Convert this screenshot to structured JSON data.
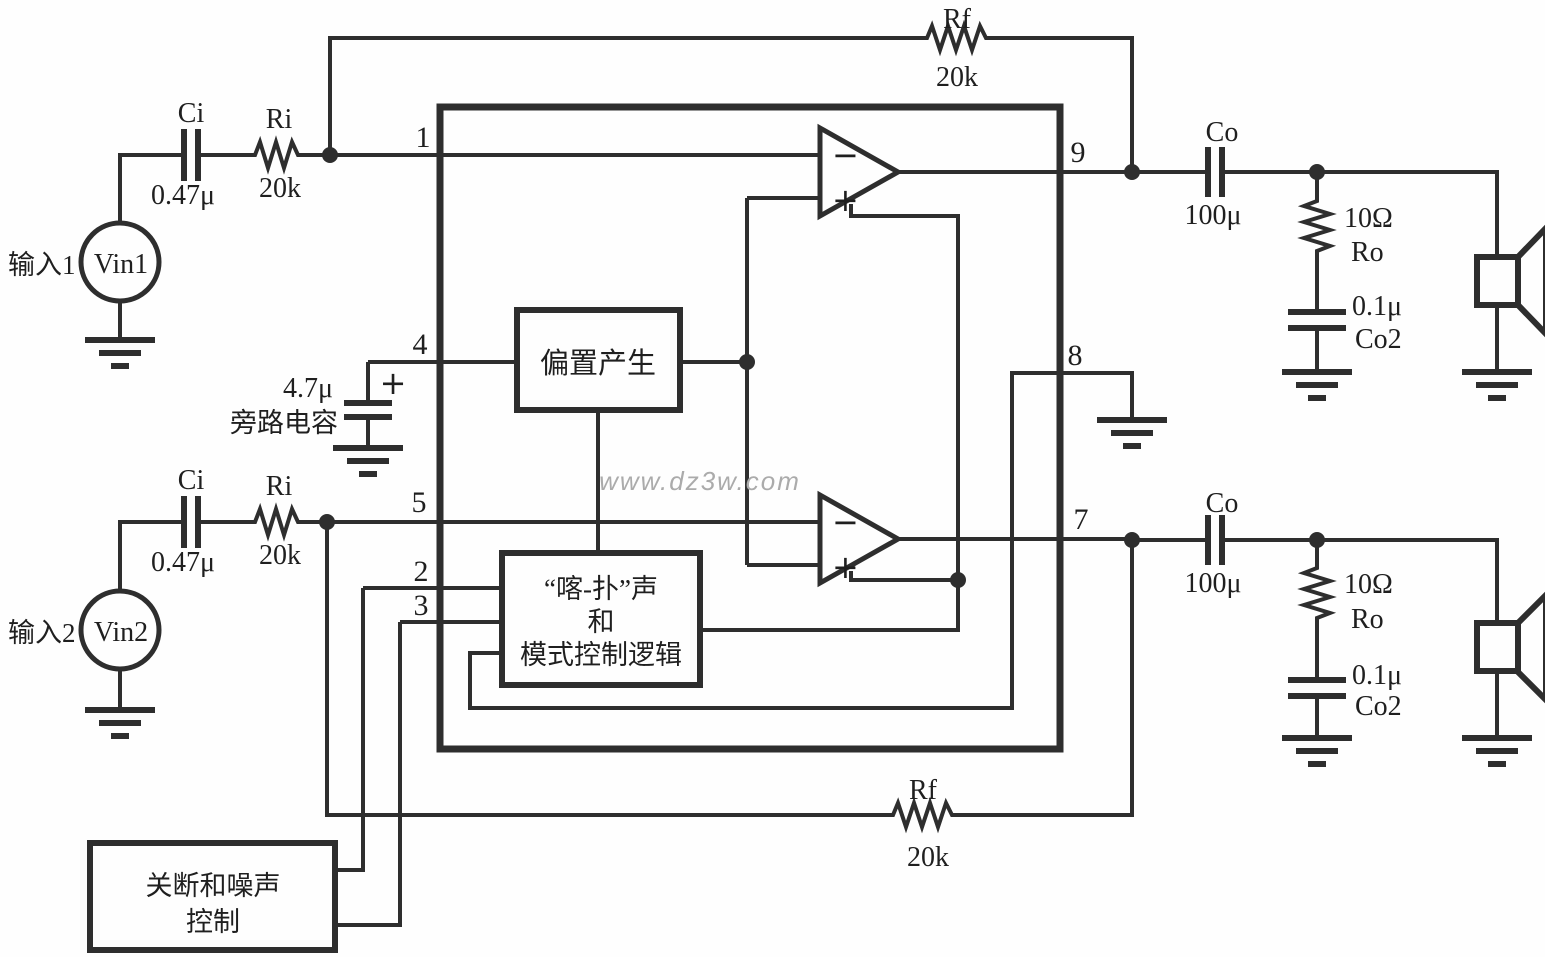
{
  "watermark": "www.dz3w.com",
  "pins": {
    "p1": "1",
    "p2": "2",
    "p3": "3",
    "p4": "4",
    "p5": "5",
    "p7": "7",
    "p8": "8",
    "p9": "9"
  },
  "ic_blocks": {
    "bias_label": "偏置产生",
    "mode_line1": "“喀-扑”声",
    "mode_line2": "和",
    "mode_line3": "模式控制逻辑"
  },
  "opamps": {
    "minus": "−",
    "plus": "+"
  },
  "input1": {
    "label": "输入1",
    "source": "Vin1"
  },
  "input2": {
    "label": "输入2",
    "source": "Vin2"
  },
  "components": {
    "ci": {
      "ref": "Ci",
      "value": "0.47μ"
    },
    "ri": {
      "ref": "Ri",
      "value": "20k"
    },
    "rf": {
      "ref": "Rf",
      "value": "20k"
    },
    "bypass": {
      "value": "4.7μ",
      "label": "旁路电容",
      "polarity": "+"
    },
    "co": {
      "ref": "Co",
      "value": "100μ"
    },
    "ro": {
      "ref": "Ro",
      "value": "10Ω"
    },
    "co2": {
      "ref": "Co2",
      "value": "0.1μ"
    }
  },
  "shutdown": {
    "line1": "关断和噪声",
    "line2": "控制"
  }
}
